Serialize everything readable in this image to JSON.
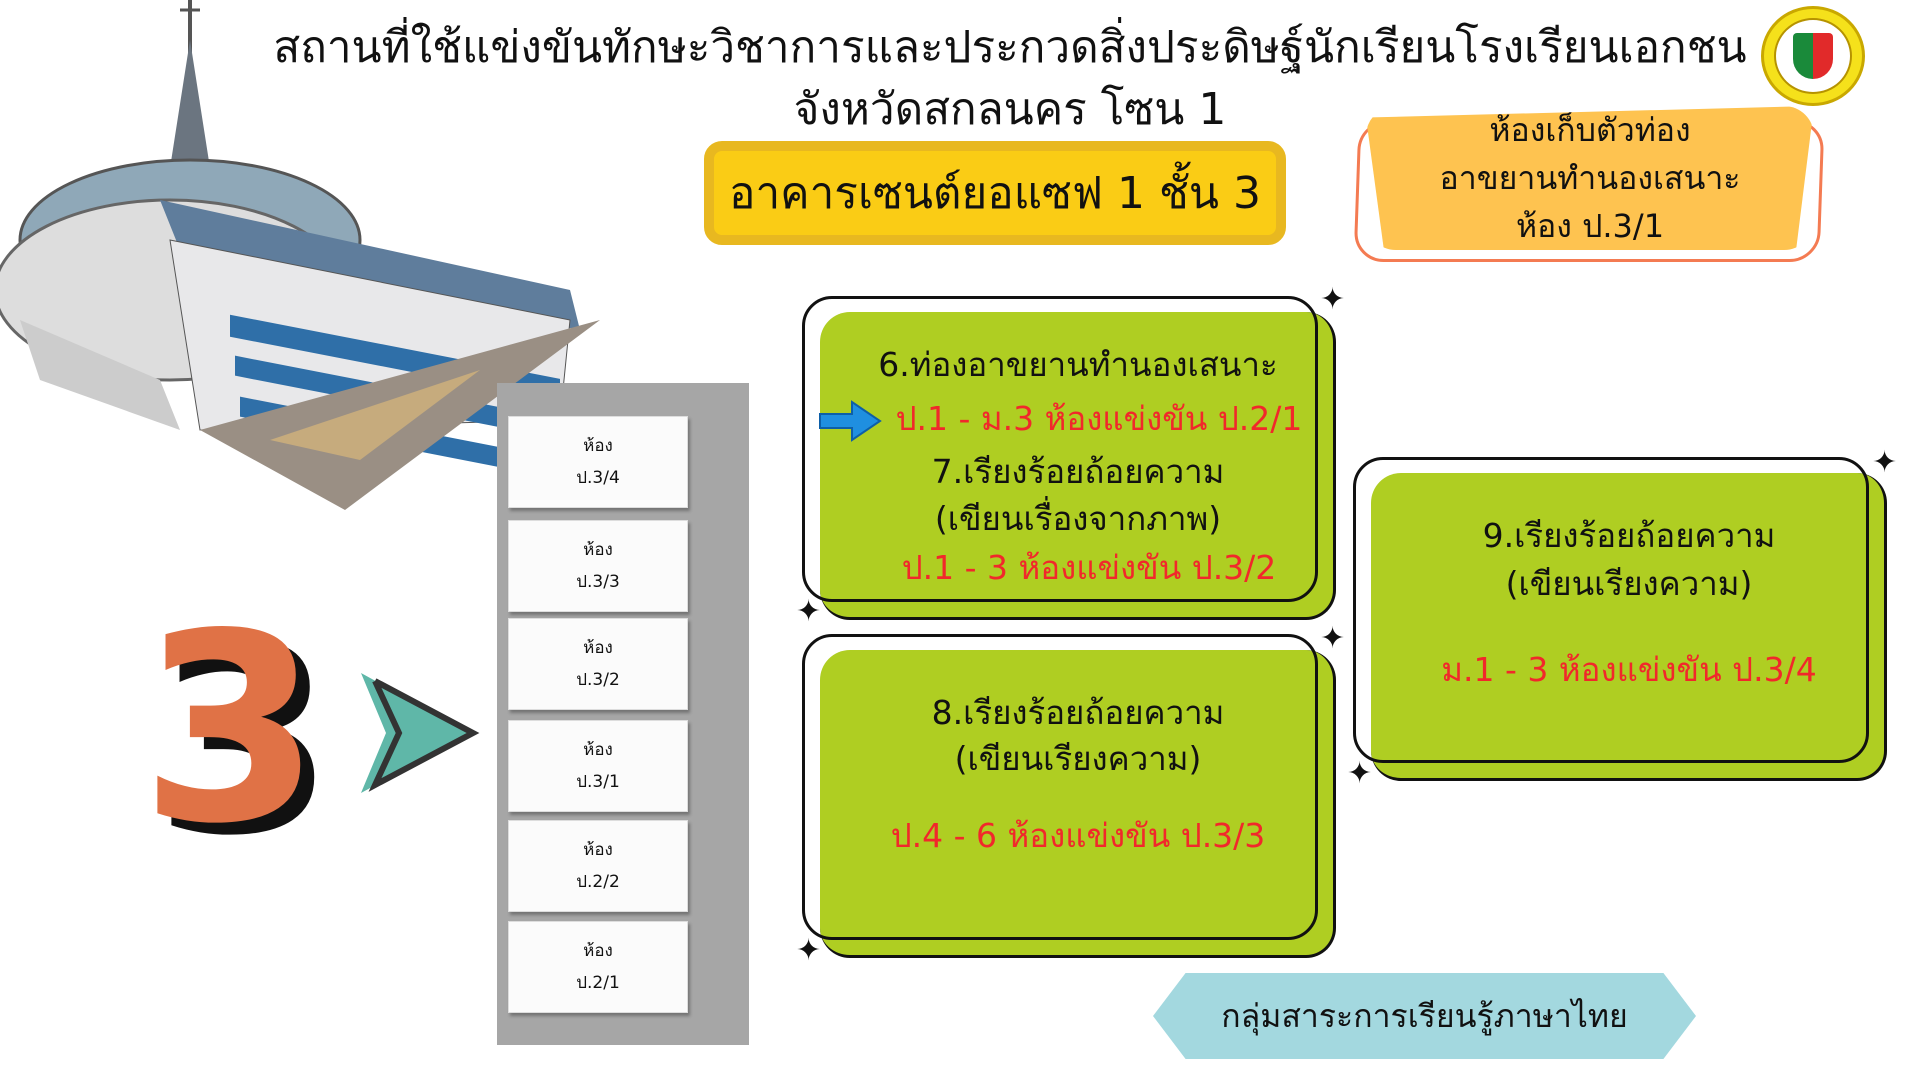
{
  "title": {
    "line1": "สถานที่ใช้แข่งขันทักษะวิชาการและประกวดสิ่งประดิษฐ์นักเรียนโรงเรียนเอกชน",
    "line2": "จังหวัดสกลนคร โซน 1"
  },
  "building_label": "อาคารเซนต์ยอแซฟ 1 ชั้น 3",
  "storage_note": {
    "line1": "ห้องเก็บตัวท่อง",
    "line2": "อาขยานทำนองเสนาะ",
    "line3": "ห้อง ป.3/1"
  },
  "floor_number": "3",
  "rooms": [
    {
      "label": "ห้อง",
      "code": "ป.3/4"
    },
    {
      "label": "ห้อง",
      "code": "ป.3/3"
    },
    {
      "label": "ห้อง",
      "code": "ป.3/2"
    },
    {
      "label": "ห้อง",
      "code": "ป.3/1"
    },
    {
      "label": "ห้อง",
      "code": "ป.2/2"
    },
    {
      "label": "ห้อง",
      "code": "ป.2/1"
    }
  ],
  "events": {
    "box1": {
      "e6": "6.ท่องอาขยานทำนองเสนาะ",
      "e6_room": "ป.1 - ม.3 ห้องแข่งขัน ป.2/1",
      "e7": "7.เรียงร้อยถ้อยความ",
      "e7_sub": "(เขียนเรื่องจากภาพ)",
      "e7_room": "ป.1 - 3 ห้องแข่งขัน ป.3/2"
    },
    "box2": {
      "e8": "8.เรียงร้อยถ้อยความ",
      "e8_sub": "(เขียนเรียงความ)",
      "e8_room": "ป.4 - 6 ห้องแข่งขัน ป.3/3"
    },
    "box3": {
      "e9": "9.เรียงร้อยถ้อยความ",
      "e9_sub": "(เขียนเรียงความ)",
      "e9_room": "ม.1 - 3 ห้องแข่งขัน ป.3/4"
    }
  },
  "department": "กลุ่มสาระการเรียนรู้ภาษาไทย",
  "colors": {
    "green": "#afce22",
    "yellow": "#facc15",
    "orange": "#fec350",
    "red": "#f1282b",
    "teal": "#a3d8df"
  }
}
